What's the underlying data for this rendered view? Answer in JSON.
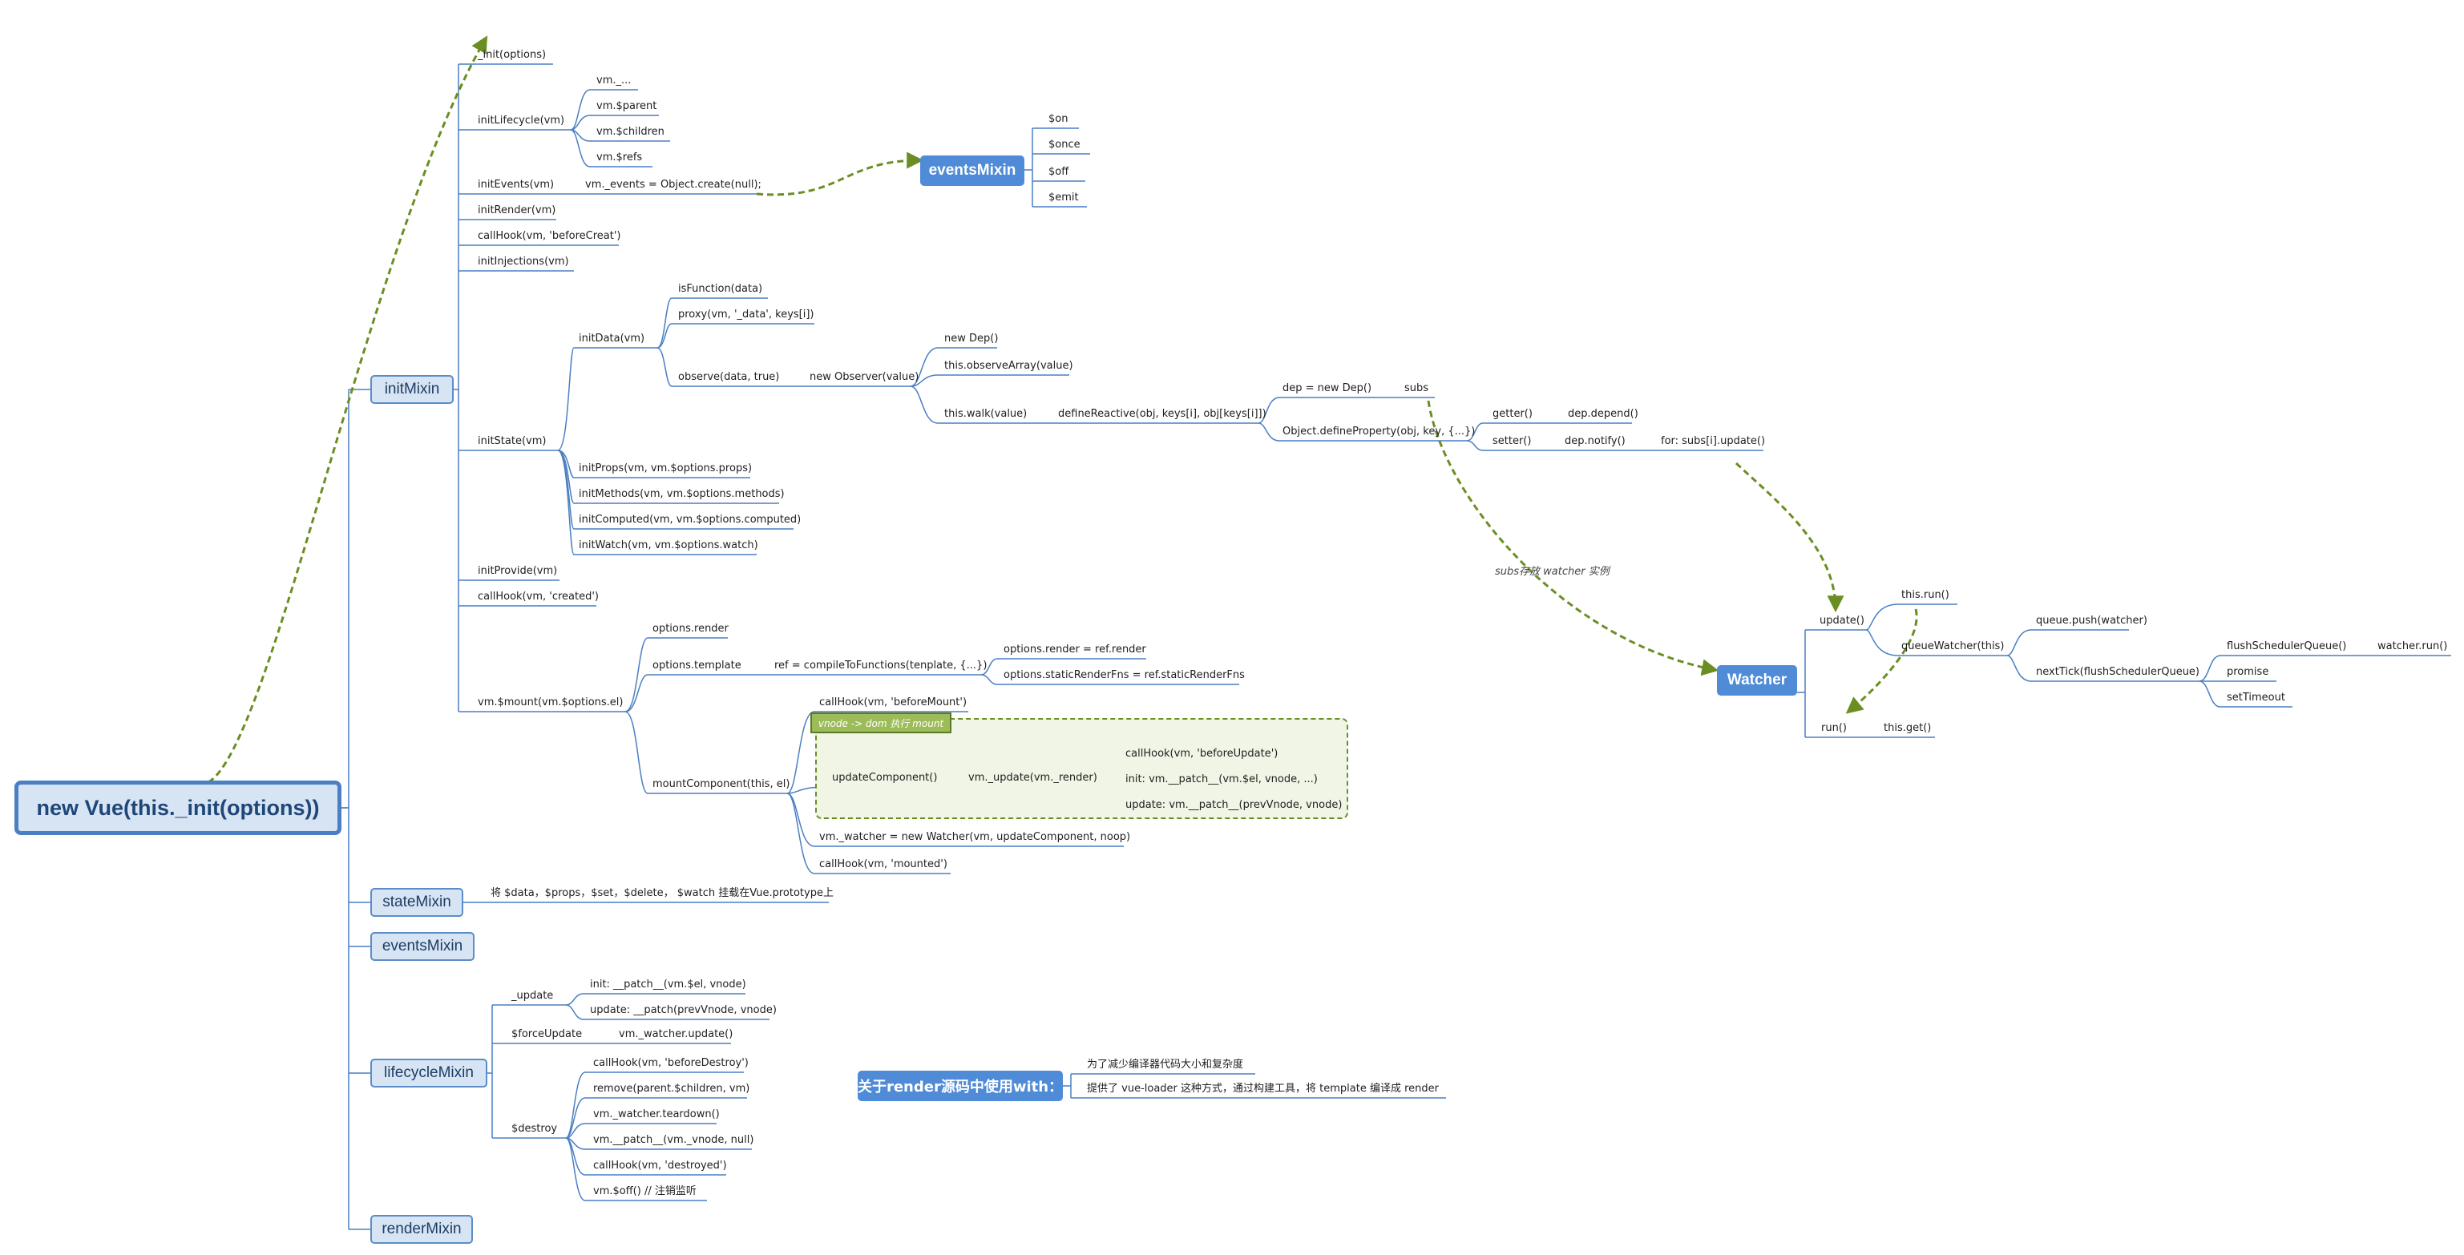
{
  "root": "new Vue(this._init(options))",
  "hubs": {
    "initMixin": "initMixin",
    "stateMixin": "stateMixin",
    "eventsMixin": "eventsMixin",
    "lifecycleMixin": "lifecycleMixin",
    "renderMixin": "renderMixin",
    "eventsMixinFloat": "eventsMixin",
    "watcher": "Watcher"
  },
  "initMixin_children": {
    "init": "_init(options)",
    "initLifecycle": "initLifecycle(vm)",
    "initEvents": "initEvents(vm)",
    "initRender": "initRender(vm)",
    "callHookBeforeCreat": "callHook(vm, 'beforeCreat')",
    "initInjections": "initInjections(vm)",
    "initState": "initState(vm)",
    "initProvide": "initProvide(vm)",
    "callHookCreated": "callHook(vm, 'created')",
    "mount": "vm.$mount(vm.$options.el)"
  },
  "lifecycle_props": [
    "vm._...",
    "vm.$parent",
    "vm.$children",
    "vm.$refs"
  ],
  "events_init": "vm._events = Object.create(null);",
  "events_methods": [
    "$on",
    "$once",
    "$off",
    "$emit"
  ],
  "initState_children": {
    "initData": "initData(vm)",
    "isFunction": "isFunction(data)",
    "proxy": "proxy(vm, '_data', keys[i])",
    "observe": "observe(data, true)",
    "newObserver": "new Observer(value)",
    "newDep": "new Dep()",
    "observeArray": "this.observeArray(value)",
    "walk": "this.walk(value)",
    "defineReactive": "defineReactive(obj, keys[i], obj[keys[i]])",
    "depNew": "dep = new Dep()",
    "subs": "subs",
    "defineProperty": "Object.defineProperty(obj, key, {...})",
    "getter": "getter()",
    "depDepend": "dep.depend()",
    "setter": "setter()",
    "depNotify": "dep.notify()",
    "forSubs": "for: subs[i].update()",
    "initProps": "initProps(vm, vm.$options.props)",
    "initMethods": "initMethods(vm, vm.$options.methods)",
    "initComputed": "initComputed(vm, vm.$options.computed)",
    "initWatch": "initWatch(vm, vm.$options.watch)"
  },
  "relationship_label": "subs存放 watcher 实例",
  "mount_children": {
    "optionsRender": "options.render",
    "optionsTemplate": "options.template",
    "compile": "ref = compileToFunctions(tenplate, {...})",
    "renderRef": "options.render = ref.render",
    "staticRef": "options.staticRenderFns = ref.staticRenderFns",
    "mountComponent": "mountComponent(this, el)",
    "beforeMount": "callHook(vm, 'beforeMount')",
    "boundaryTag": "vnode -> dom 执行 mount",
    "updateComponent": "updateComponent()",
    "vmUpdate": "vm._update(vm._render)",
    "beforeUpdate": "callHook(vm, 'beforeUpdate')",
    "initPatch": "init: vm.__patch__(vm.$el, vnode, ...)",
    "updatePatch": "update: vm.__patch__(prevVnode, vnode)",
    "newWatcher": "vm._watcher = new Watcher(vm, updateComponent, noop)",
    "mounted": "callHook(vm, 'mounted')"
  },
  "watcher_children": {
    "update": "update()",
    "thisRun": "this.run()",
    "queueWatcher": "queueWatcher(this)",
    "queuePush": "queue.push(watcher)",
    "nextTick": "nextTick(flushSchedulerQueue)",
    "flush": "flushSchedulerQueue()",
    "watcherRun": "watcher.run()",
    "promise": "promise",
    "setTimeout": "setTimeout",
    "run": "run()",
    "thisGet": "this.get()"
  },
  "stateMixin_desc": "将 $data，$props，$set，$delete， $watch 挂载在Vue.prototype上",
  "lifecycle_children": {
    "update": "_update",
    "updateInit": "init: __patch__(vm.$el, vnode)",
    "updateUpdate": "update: __patch(prevVnode, vnode)",
    "forceUpdate": "$forceUpdate",
    "forceUpdateAction": "vm._watcher.update()",
    "destroy": "$destroy",
    "beforeDestroy": "callHook(vm, 'beforeDestroy')",
    "removeParent": "remove(parent.$children, vm)",
    "teardown": "vm._watcher.teardown()",
    "patchNull": "vm.__patch__(vm._vnode, null)",
    "destroyed": "callHook(vm, 'destroyed')",
    "off": "vm.$off() // 注销监听"
  },
  "note": {
    "title": "关于render源码中使用with：",
    "line1": "为了减少编译器代码大小和复杂度",
    "line2": "提供了 vue-loader 这种方式，通过构建工具，将 template 编译成 render"
  },
  "colors": {
    "line": "#4a7fc3",
    "dashed_arrow": "#6b8e23",
    "hub_fill": "#d7e4f3",
    "hub_blue": "#4f8bd6"
  }
}
